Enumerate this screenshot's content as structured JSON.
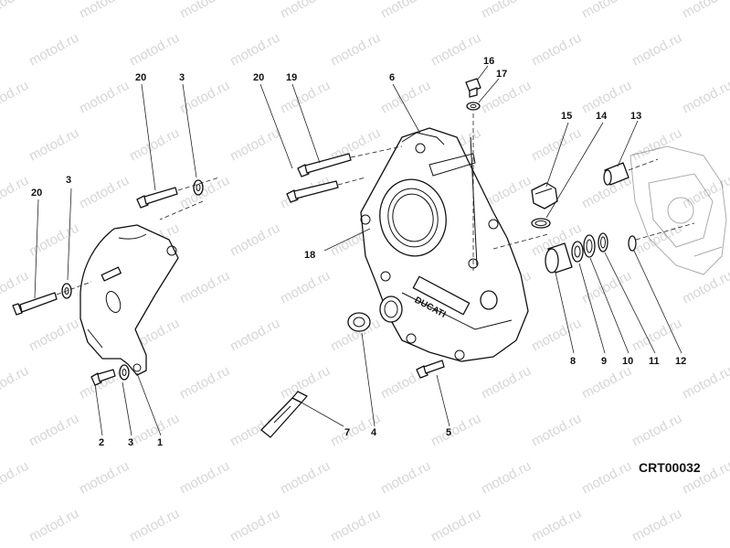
{
  "watermark": "motod.ru",
  "drawing_code": "CRT00032",
  "brand_text": "DUCATI",
  "callouts": {
    "c1": "1",
    "c2": "2",
    "c3a": "3",
    "c3b": "3",
    "c3c": "3",
    "c4": "4",
    "c5": "5",
    "c6": "6",
    "c7": "7",
    "c8": "8",
    "c9": "9",
    "c10": "10",
    "c11": "11",
    "c12": "12",
    "c13": "13",
    "c14": "14",
    "c15": "15",
    "c16": "16",
    "c17": "17",
    "c18": "18",
    "c19": "19",
    "c20a": "20",
    "c20b": "20",
    "c20c": "20"
  }
}
